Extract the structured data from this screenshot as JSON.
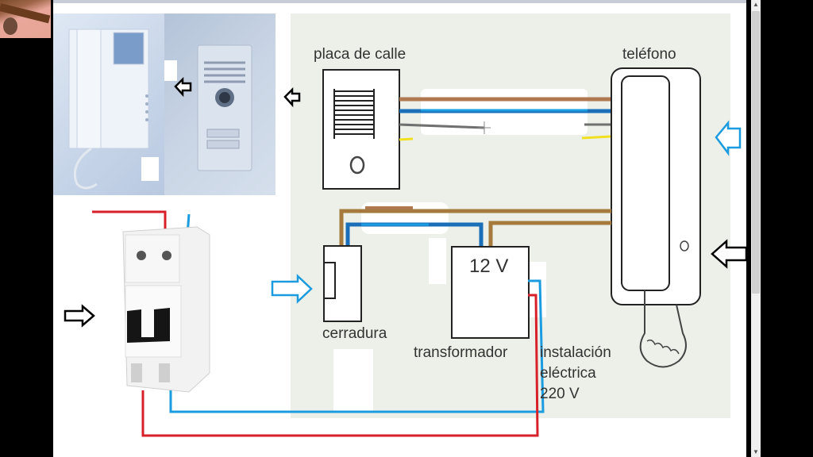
{
  "window": {
    "type": "presentation-slide-with-webcam-overlay",
    "scrollbar": {
      "up_icon": "▲",
      "down_icon": "▼"
    }
  },
  "webcam": {
    "description": "presenter webcam thumbnail"
  },
  "photo": {
    "items": [
      {
        "name": "video-intercom-monitor",
        "description": "interior video intercom monitor with handset"
      },
      {
        "name": "street-door-panel",
        "description": "exterior door entry panel with camera and buttons"
      }
    ]
  },
  "diagram": {
    "labels": {
      "street_panel": "placa de calle",
      "phone": "teléfono",
      "lock": "cerradura",
      "transformer": "transformador",
      "transformer_voltage": "12 V",
      "mains_line1": "instalación",
      "mains_line2": "eléctrica",
      "mains_line3": "220 V"
    },
    "wire_colors": {
      "brown": "#b07850",
      "tan": "#a57a3c",
      "blue": "#1b9be0",
      "dark_blue": "#1a6fb8",
      "gray": "#707070",
      "yellow": "#f0e020",
      "red": "#d8202a"
    },
    "arrows": [
      {
        "name": "arrow-to-monitor",
        "color": "#000000",
        "direction": "left"
      },
      {
        "name": "arrow-to-door-panel",
        "color": "#000000",
        "direction": "left"
      },
      {
        "name": "arrow-to-phone-audio",
        "color": "#1b9be0",
        "direction": "left"
      },
      {
        "name": "arrow-to-phone-button",
        "color": "#000000",
        "direction": "left"
      },
      {
        "name": "arrow-to-lock",
        "color": "#1b9be0",
        "direction": "right"
      },
      {
        "name": "arrow-to-breaker",
        "color": "#000000",
        "direction": "right"
      }
    ]
  },
  "breaker": {
    "description": "two-pole circuit breaker"
  }
}
